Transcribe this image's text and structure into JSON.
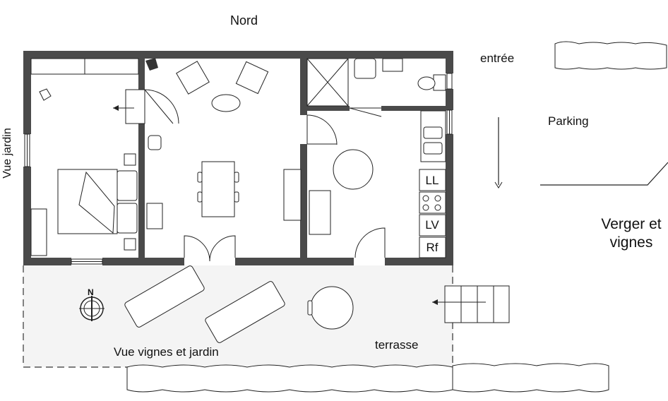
{
  "labels": {
    "north": "Nord",
    "entrance": "entrée",
    "parking": "Parking",
    "orchard": "Verger et\nvignes",
    "garden_view": "Vue jardin",
    "vines_garden_view": "Vue vignes et jardin",
    "terrace": "terrasse",
    "compass_letter": "N"
  },
  "fixtures": {
    "washing_machine": "LL",
    "dishwasher": "LV",
    "fridge": "Rf"
  },
  "colors": {
    "wall": "#4a4a4a",
    "line": "#222222",
    "terrace_fill": "#f4f4f4"
  }
}
